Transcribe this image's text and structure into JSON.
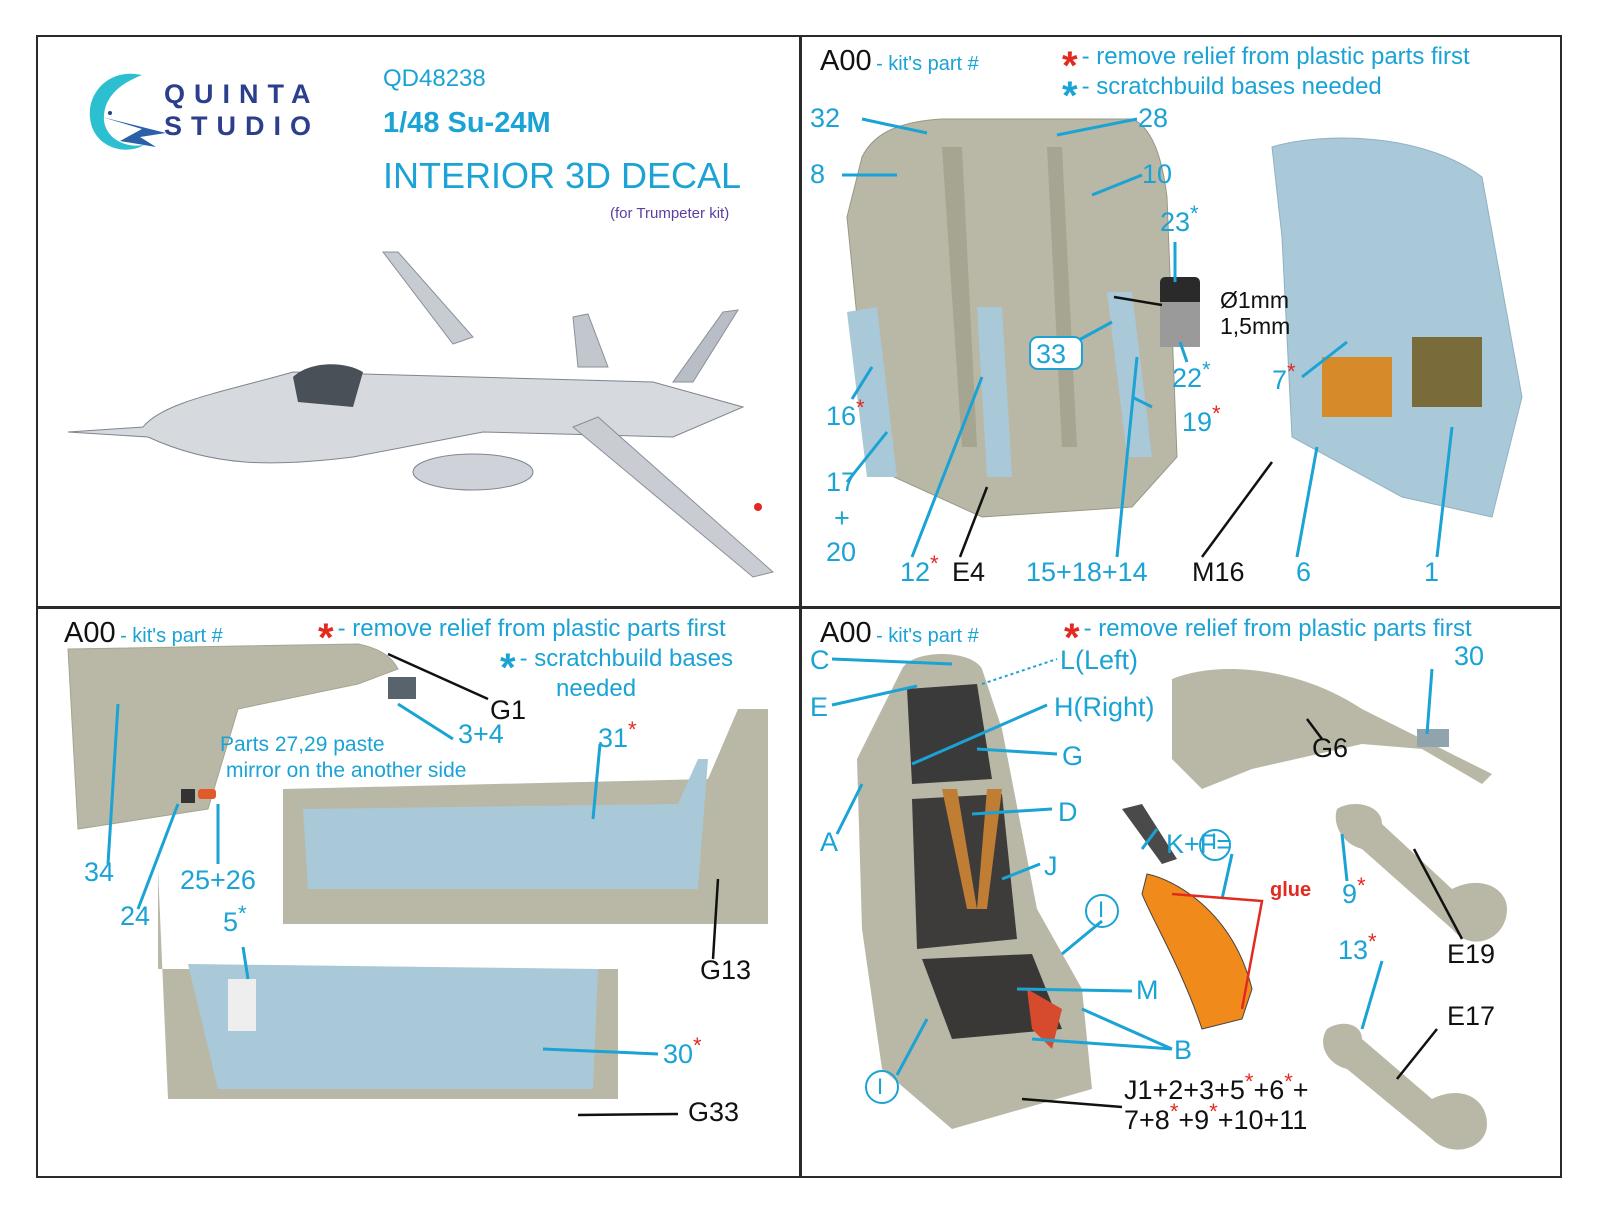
{
  "brand": {
    "line1": "QUINTA",
    "line2": "STUDIO"
  },
  "product": {
    "code": "QD48238",
    "title": "1/48 Su-24M",
    "subtitle": "INTERIOR 3D DECAL",
    "note": "(for Trumpeter kit)"
  },
  "legend": {
    "code": "A00",
    "kit_part": "- kit's part #",
    "red_star": "- remove relief from plastic parts first",
    "blue_star": "- scratchbuild bases needed",
    "blue_star_line1": "- scratchbuild bases",
    "blue_star_line2": "needed",
    "star": "*"
  },
  "colors": {
    "accent_blue": "#1aa3d4",
    "red": "#e32a20",
    "black": "#111111",
    "navy": "#2b3f8c"
  },
  "panel2": {
    "labels": {
      "p32": "32",
      "p28": "28",
      "p8": "8",
      "p10": "10",
      "p23": "23",
      "p22": "22",
      "dia1": "Ø1mm",
      "dia2": "1,5mm",
      "p33": "33",
      "p16": "16",
      "p17": "17",
      "plus": "+",
      "p20": "20",
      "p12": "12",
      "e4": "E4",
      "p15_18_14": "15+18+14",
      "m16": "M16",
      "p6": "6",
      "p1": "1",
      "p7": "7",
      "p19": "19"
    }
  },
  "panel3": {
    "labels": {
      "g1": "G1",
      "p3_4": "3+4",
      "note1": "Parts 27,29 paste",
      "note2": "mirror on the another side",
      "p31": "31",
      "p34": "34",
      "p24": "24",
      "p25_26": "25+26",
      "p5": "5",
      "g13": "G13",
      "p30": "30",
      "g33": "G33"
    }
  },
  "panel4": {
    "labels": {
      "c": "C",
      "l_left": "L(Left)",
      "e": "E",
      "h_right": "H(Right)",
      "g": "G",
      "a": "A",
      "d": "D",
      "j": "J",
      "i": "I",
      "m": "M",
      "b": "B",
      "kf": "K+F=",
      "glue": "glue",
      "g6": "G6",
      "p30": "30",
      "p9": "9",
      "e19": "E19",
      "p13": "13",
      "e17": "E17",
      "j_line1a": "J1+2+3+5",
      "j_line1b": "+6",
      "j_line1c": "+",
      "j_line2a": "7+8",
      "j_line2b": "+9",
      "j_line2c": "+10+11"
    }
  }
}
